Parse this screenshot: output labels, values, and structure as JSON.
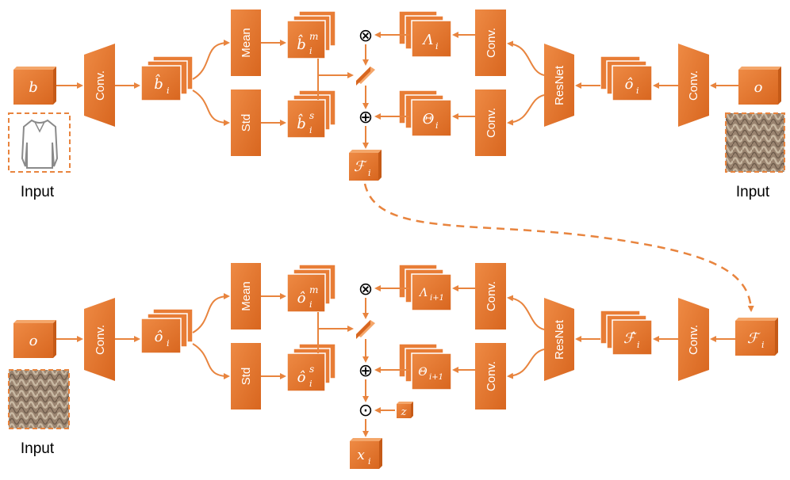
{
  "colors": {
    "accent": "#e87d36",
    "accent_dark": "#c55a17",
    "accent_light": "#f4a66a",
    "arrow": "#e8843e"
  },
  "captions": {
    "input": "Input"
  },
  "labels": {
    "conv": "Conv.",
    "mean": "Mean",
    "std": "Std",
    "resnet": "ResNet"
  },
  "top": {
    "input_left": "b",
    "b_i": "b̂",
    "b_i_sub": "i",
    "b_mean": "b̂",
    "b_mean_sub": "i",
    "b_mean_sup": "m",
    "b_std": "b̂",
    "b_std_sub": "i",
    "b_std_sup": "s",
    "lambda": "Λ",
    "lambda_sub": "i",
    "theta": "Θ",
    "theta_sub": "i",
    "o_i": "ô",
    "o_i_sub": "i",
    "input_right": "o",
    "f_i": "ℱ",
    "f_i_sub": "i",
    "mult": "⊗",
    "add": "⊕"
  },
  "bottom": {
    "input_left": "o",
    "o_i": "ô",
    "o_i_sub": "i",
    "o_mean": "ô",
    "o_mean_sub": "i",
    "o_mean_sup": "m",
    "o_std": "ô",
    "o_std_sub": "i",
    "o_std_sup": "s",
    "lambda": "Λ",
    "lambda_sub": "i+1",
    "theta": "Θ",
    "theta_sub": "i+1",
    "f_hat": "ℱ̂",
    "f_hat_sub": "i",
    "input_right": "ℱ",
    "input_right_sub": "i",
    "z": "z",
    "x": "x",
    "x_sub": "i",
    "mult": "⊗",
    "add": "⊕",
    "dot": "⊙"
  }
}
